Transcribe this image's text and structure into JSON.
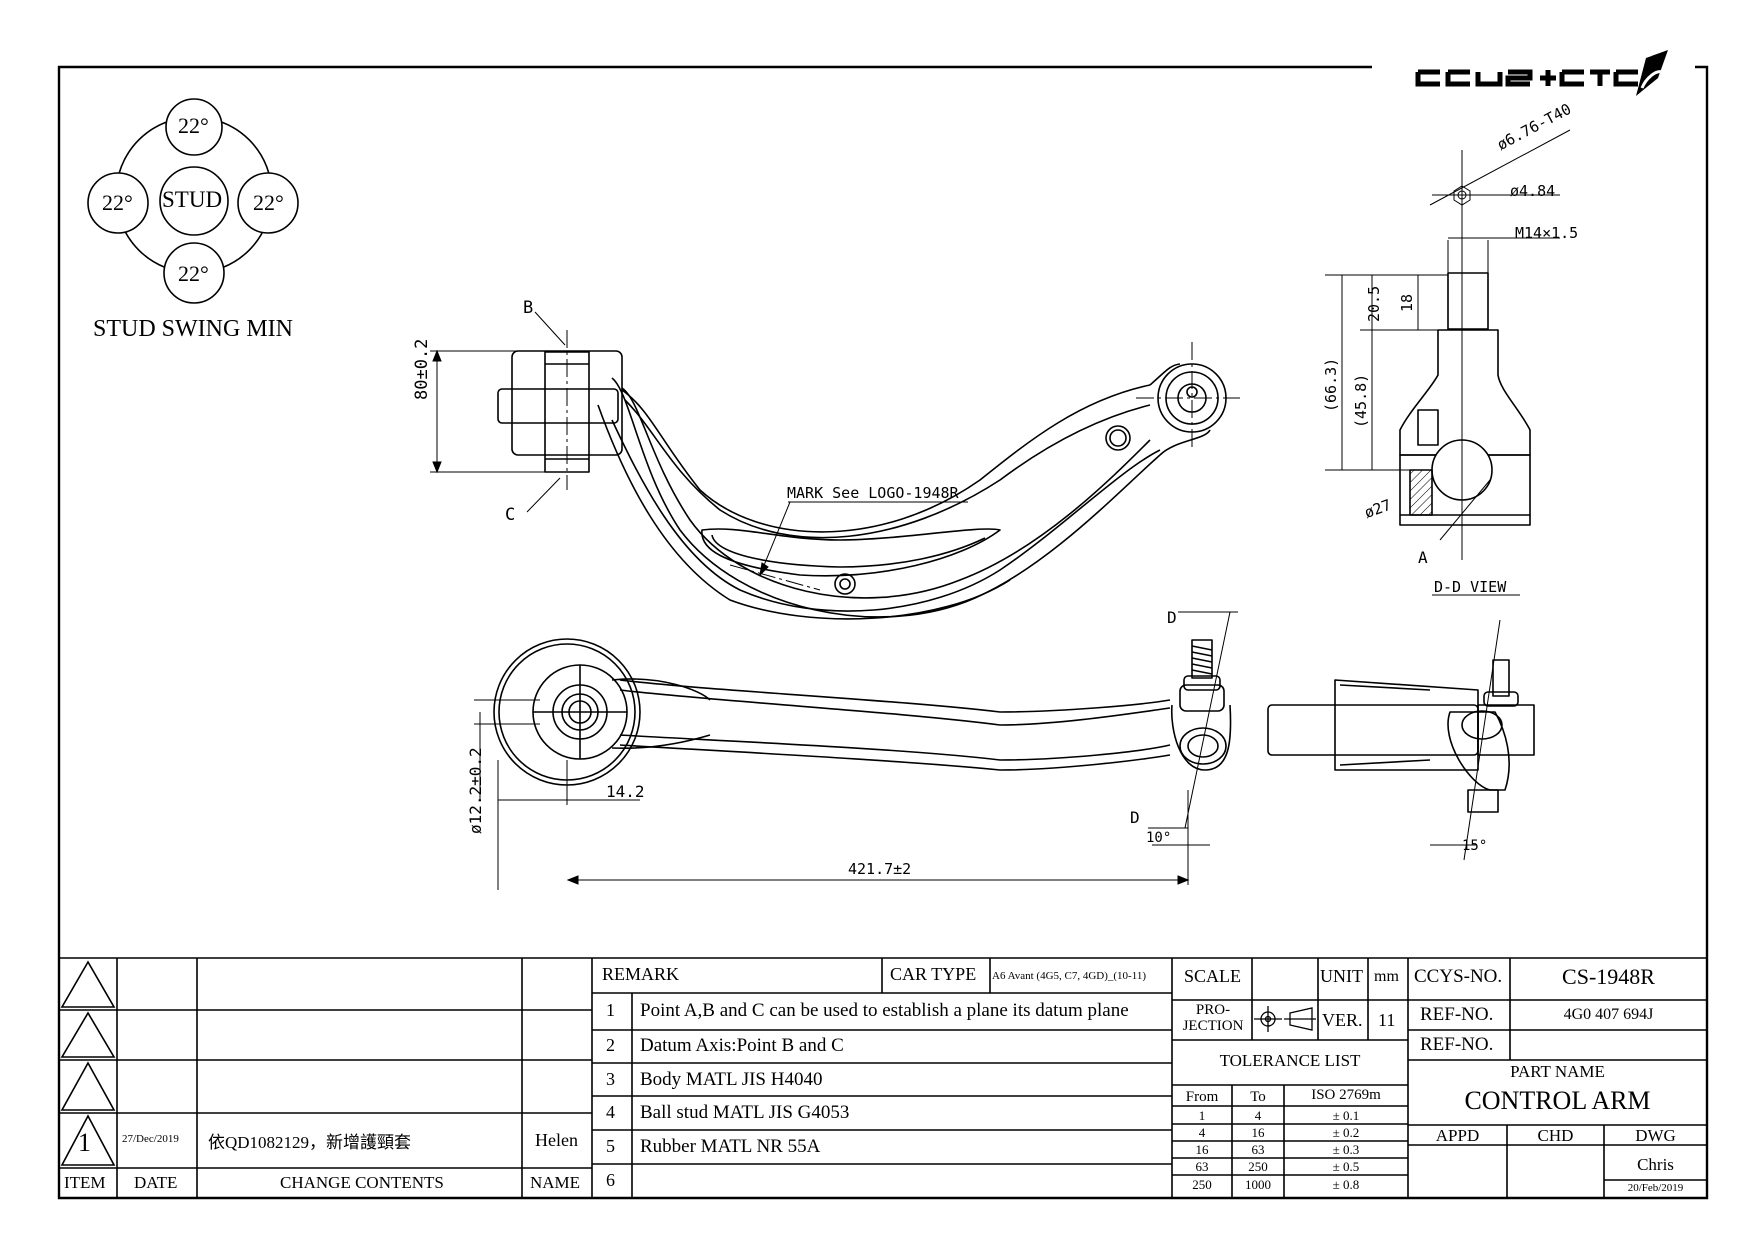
{
  "header": {
    "logo_text": "CCYS+CTC"
  },
  "stud_swing": {
    "top": "22°",
    "left": "22°",
    "right": "22°",
    "bottom": "22°",
    "center": "STUD",
    "caption": "STUD SWING MIN"
  },
  "dimensions": {
    "b_label": "B",
    "c_label": "C",
    "a_label": "A",
    "d_label_top": "D",
    "d_label_bottom": "D",
    "height_80": "80±0.2",
    "mark_note": "MARK See LOGO-1948R",
    "dia_12": "ø12.2±0.2",
    "dim_14": "14.2",
    "length_421": "421.7±2",
    "angle_10": "10°",
    "angle_15": "15°",
    "hex_t40": "ø6.76-T40",
    "dia_4_84": "ø4.84",
    "thread": "M14×1.5",
    "dim_20_5": "20.5",
    "dim_18": "18",
    "dim_66_3": "(66.3)",
    "dim_45_8": "(45.8)",
    "dia_27": "ø27",
    "dd_view": "D-D VIEW"
  },
  "revisions": {
    "rows": [
      {
        "item": "",
        "date": "",
        "contents": "",
        "name": ""
      },
      {
        "item": "",
        "date": "",
        "contents": "",
        "name": ""
      },
      {
        "item": "",
        "date": "",
        "contents": "",
        "name": ""
      },
      {
        "item": "1",
        "date": "27/Dec/2019",
        "contents": "依QD1082129，新增護頸套",
        "name": "Helen"
      }
    ],
    "headers": {
      "item": "ITEM",
      "date": "DATE",
      "contents": "CHANGE CONTENTS",
      "name": "NAME"
    }
  },
  "remarks": {
    "label": "REMARK",
    "car_type_label": "CAR TYPE",
    "car_type_value": "A6 Avant (4G5, C7, 4GD)_(10-11)",
    "items": [
      {
        "no": "1",
        "text": "Point A,B and C can be used to establish a plane its datum plane"
      },
      {
        "no": "2",
        "text": "Datum Axis:Point B and C"
      },
      {
        "no": "3",
        "text": "Body MATL JIS H4040"
      },
      {
        "no": "4",
        "text": "Ball stud MATL JIS G4053"
      },
      {
        "no": "5",
        "text": "Rubber MATL NR 55A"
      },
      {
        "no": "6",
        "text": ""
      }
    ]
  },
  "scale_block": {
    "scale_label": "SCALE",
    "unit_label": "UNIT",
    "unit_value": "mm",
    "projection_label": "PRO-\nJECTION",
    "ver_label": "VER.",
    "ver_value": "11"
  },
  "tolerance": {
    "title": "TOLERANCE LIST",
    "headers": [
      "From",
      "To",
      "ISO 2769m"
    ],
    "rows": [
      [
        "1",
        "4",
        "± 0.1"
      ],
      [
        "4",
        "16",
        "± 0.2"
      ],
      [
        "16",
        "63",
        "± 0.3"
      ],
      [
        "63",
        "250",
        "± 0.5"
      ],
      [
        "250",
        "1000",
        "± 0.8"
      ]
    ]
  },
  "title_block": {
    "ccys_no_label": "CCYS-NO.",
    "ccys_no_value": "CS-1948R",
    "ref_no_label": "REF-NO.",
    "ref_no_value": "4G0 407 694J",
    "ref_no_label2": "REF-NO.",
    "ref_no_value2": "",
    "part_name_label": "PART NAME",
    "part_name_value": "CONTROL ARM",
    "appd_label": "APPD",
    "chd_label": "CHD",
    "dwg_label": "DWG",
    "dwg_name": "Chris",
    "dwg_date": "20/Feb/2019"
  }
}
